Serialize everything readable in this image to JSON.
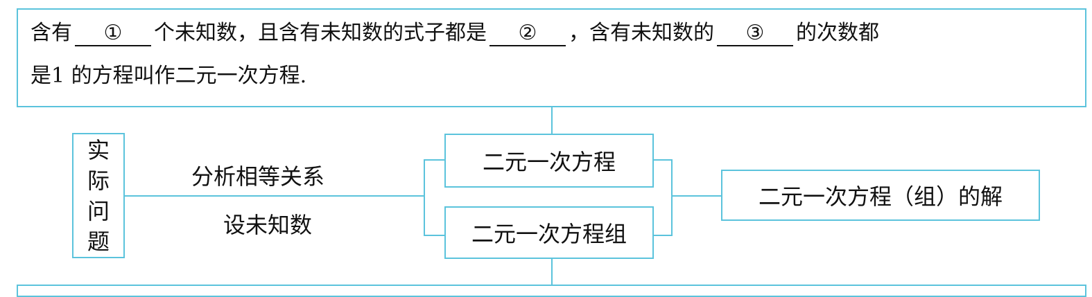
{
  "definition": {
    "line1": {
      "part1": "含有",
      "blank1": "①",
      "part2": "个未知数，且含有未知数的式子都是",
      "blank2": "②",
      "part3": "，含有未知数的",
      "blank3": "③",
      "part4": "的次数都"
    },
    "line2": {
      "text": "是1 的方程叫作二元一次方程."
    }
  },
  "diagram": {
    "real_problem": {
      "chars": [
        "实",
        "际",
        "问",
        "题"
      ]
    },
    "analysis": {
      "line1": "分析相等关系",
      "line2": "设未知数"
    },
    "equation": "二元一次方程",
    "equation_system": "二元一次方程组",
    "solution": "二元一次方程（组）的解"
  },
  "colors": {
    "line_color": "#5bc3dc",
    "text_color": "#111111",
    "background": "#ffffff"
  }
}
